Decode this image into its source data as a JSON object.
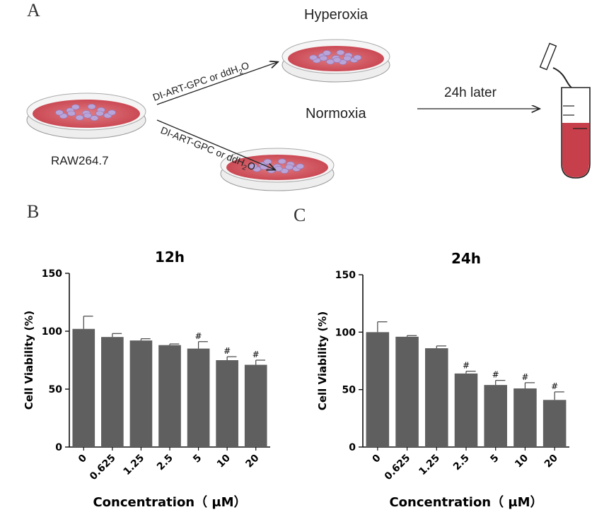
{
  "panels": {
    "a": "A",
    "b": "B",
    "c": "C"
  },
  "schematic": {
    "source_label": "RAW264.7",
    "treatment_top": "DI-ART-GPC or ddH",
    "treatment_bottom": "DI-ART-GPC or ddH",
    "subscript": "2",
    "suffix": "O",
    "hyperoxia": "Hyperoxia",
    "normoxia": "Normoxia",
    "later": "24h later",
    "dish_color": "#c9454f",
    "cell_color": "#b9a4d8"
  },
  "chart_data": [
    {
      "type": "bar",
      "title": "12h",
      "xlabel": "Concentration（ μM）",
      "ylabel": "Cell Viability (%)",
      "ylim": [
        0,
        150
      ],
      "yticks": [
        "0",
        "50",
        "100",
        "150"
      ],
      "categories": [
        "0",
        "0.625",
        "1.25",
        "2.5",
        "5",
        "10",
        "20"
      ],
      "values": [
        102,
        95,
        92,
        88,
        85,
        75,
        71
      ],
      "errors": [
        11,
        3,
        1.5,
        1,
        6,
        3,
        4
      ],
      "significance": [
        "",
        "",
        "",
        "",
        "#",
        "#",
        "#"
      ],
      "bar_color": "#5f5f5f"
    },
    {
      "type": "bar",
      "title": "24h",
      "xlabel": "Concentration（ μM）",
      "ylabel": "Cell Viability (%)",
      "ylim": [
        0,
        150
      ],
      "yticks": [
        "0",
        "50",
        "100",
        "150"
      ],
      "categories": [
        "0",
        "0.625",
        "1.25",
        "2.5",
        "5",
        "10",
        "20"
      ],
      "values": [
        100,
        96,
        86,
        64,
        54,
        51,
        41
      ],
      "errors": [
        9,
        1,
        2,
        2,
        4,
        5,
        7
      ],
      "significance": [
        "",
        "",
        "",
        "#",
        "#",
        "#",
        "#"
      ],
      "bar_color": "#5f5f5f"
    }
  ]
}
